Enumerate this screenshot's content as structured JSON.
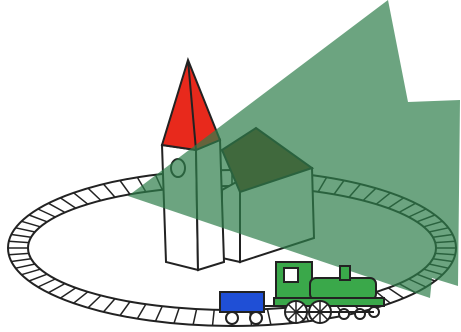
{
  "scene": {
    "colors": {
      "background": "#ffffff",
      "outline": "#222222",
      "spire": "#e8291c",
      "roof": "#6b3a1e",
      "light_beam": "#2e7d4a",
      "locomotive": "#3aa84a",
      "wagon": "#1f4fd6",
      "walls": "#ffffff"
    },
    "light_beam_opacity": 0.7,
    "objects": [
      {
        "id": "church",
        "parts": [
          "tower",
          "spire",
          "round-window",
          "nave",
          "roof"
        ]
      },
      {
        "id": "railway-track",
        "shape": "oval-loop"
      },
      {
        "id": "locomotive"
      },
      {
        "id": "wagon"
      },
      {
        "id": "light-beam",
        "shape": "arrow-shaped wedge"
      }
    ]
  }
}
